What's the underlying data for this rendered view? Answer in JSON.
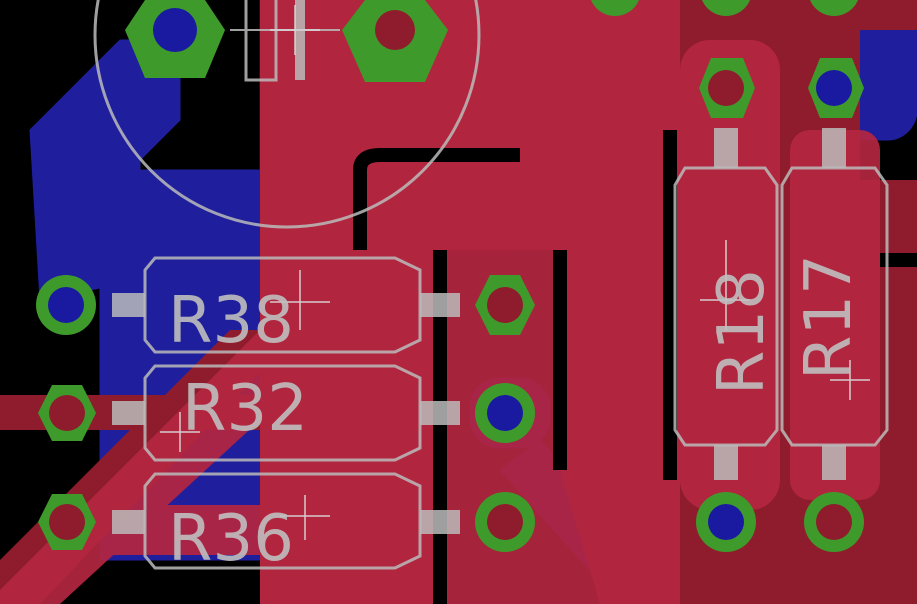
{
  "view": "PCB layout editor — board view",
  "components": [
    {
      "ref": "R38",
      "kind": "resistor"
    },
    {
      "ref": "R32",
      "kind": "resistor"
    },
    {
      "ref": "R36",
      "kind": "resistor"
    },
    {
      "ref": "R18",
      "kind": "resistor"
    },
    {
      "ref": "R17",
      "kind": "resistor"
    },
    {
      "ref": "",
      "kind": "electrolytic-capacitor"
    }
  ],
  "layers": {
    "bottom_copper_color": "#1f1f9e",
    "top_copper_color": "#8f1c2c",
    "pour_color": "#b42640",
    "pad_color": "#3f9a2c",
    "drill_color": "#1a1aa0",
    "silkscreen_color": "#bbbbbb",
    "background_color": "#000000"
  }
}
